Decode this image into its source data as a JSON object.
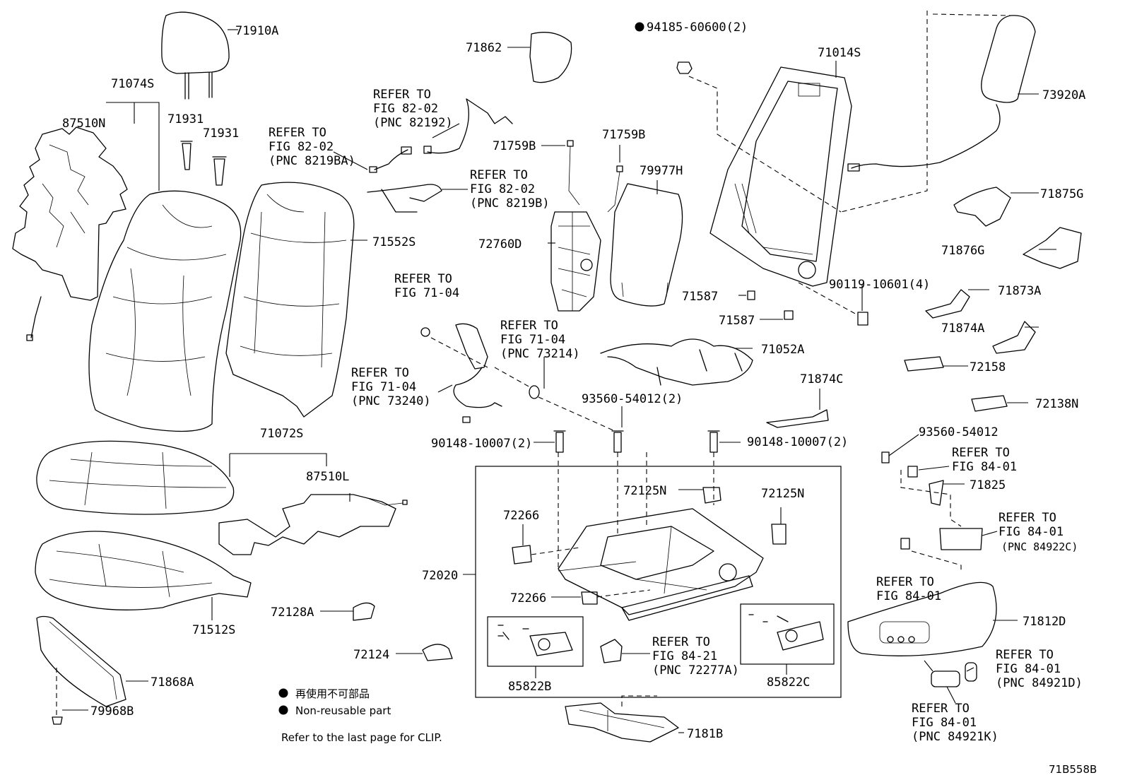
{
  "diagram": {
    "parts": {
      "p71910A": "71910A",
      "p71074S": "71074S",
      "p87510N": "87510N",
      "p71931a": "71931",
      "p71931b": "71931",
      "p71552S": "71552S",
      "p71862": "71862",
      "p94185": "94185-60600(2)",
      "p71014S": "71014S",
      "p73920A": "73920A",
      "p71759Ba": "71759B",
      "p71759Bb": "71759B",
      "p79977H": "79977H",
      "p72760D": "72760D",
      "p71875G": "71875G",
      "p71876G": "71876G",
      "p71587a": "71587",
      "p71587b": "71587",
      "p90119": "90119-10601(4)",
      "p71873A": "71873A",
      "p71874A": "71874A",
      "p71052A": "71052A",
      "p72158": "72158",
      "p71874C": "71874C",
      "p93560_2": "93560-54012(2)",
      "p72138N": "72138N",
      "p90148a": "90148-10007(2)",
      "p90148b": "90148-10007(2)",
      "p93560": "93560-54012",
      "p71072S": "71072S",
      "p87510L": "87510L",
      "p72125Na": "72125N",
      "p72125Nb": "72125N",
      "p71825": "71825",
      "p72266a": "72266",
      "p72266b": "72266",
      "p72020": "72020",
      "p71512S": "71512S",
      "p72128A": "72128A",
      "p71812D": "71812D",
      "p72124": "72124",
      "p85822B": "85822B",
      "p85822C": "85822C",
      "p71868A": "71868A",
      "p79968B": "79968B",
      "p7181B": "7181B"
    },
    "refers": {
      "r1": [
        "REFER TO",
        "FIG 82-02",
        "(PNC 82192)"
      ],
      "r2": [
        "REFER TO",
        "FIG 82-02",
        "(PNC 8219BA)"
      ],
      "r3": [
        "REFER TO",
        "FIG 82-02",
        "(PNC 8219B)"
      ],
      "r4": [
        "REFER TO",
        "FIG 71-04"
      ],
      "r5": [
        "REFER TO",
        "FIG 71-04",
        "(PNC 73214)"
      ],
      "r6": [
        "REFER TO",
        "FIG 71-04",
        "(PNC 73240)"
      ],
      "r7": [
        "REFER TO",
        "FIG 84-01"
      ],
      "r8": [
        "REFER TO",
        "FIG 84-01",
        "(PNC 84922C)"
      ],
      "r9": [
        "REFER TO",
        "FIG 84-01"
      ],
      "r10": [
        "REFER TO",
        "FIG 84-21",
        "(PNC 72277A)"
      ],
      "r11": [
        "REFER TO",
        "FIG 84-01",
        "(PNC 84921D)"
      ],
      "r12": [
        "REFER TO",
        "FIG 84-01",
        "(PNC 84921K)"
      ]
    },
    "legend": {
      "japanese": "再使用不可部品",
      "english": "Non-reusable part",
      "clip_note": "Refer to the last page for CLIP."
    },
    "figure_id": "71B558B"
  }
}
